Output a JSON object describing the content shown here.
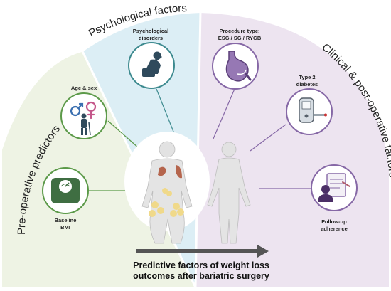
{
  "arc_labels": {
    "pre_operative": "Pre-operative predictors",
    "psychological": "Psychological factors",
    "clinical": "Clinical & post-operative factors"
  },
  "nodes": {
    "psychological_disorders": [
      "Psychological",
      "disorders"
    ],
    "procedure_type": [
      "Procedure type:",
      "ESG / SG / RYGB"
    ],
    "age_sex": [
      "Age & sex"
    ],
    "type2_diabetes": [
      "Type 2",
      "diabetes"
    ],
    "baseline_bmi": [
      "Baseline",
      "BMI"
    ],
    "follow_up": [
      "Follow-up",
      "adherence"
    ]
  },
  "arrow_caption": [
    "Predictive factors of weight loss",
    "outcomes after bariatric surgery"
  ],
  "colors": {
    "pre_operative_bg": "#eef3e4",
    "psychological_bg": "#dceef5",
    "clinical_bg": "#ede4f0",
    "green_accent": "#5c9a49",
    "teal_accent": "#3d8a8f",
    "purple_accent": "#8668a6",
    "icon_dark": "#2f4a5c",
    "arrow": "#555555"
  }
}
